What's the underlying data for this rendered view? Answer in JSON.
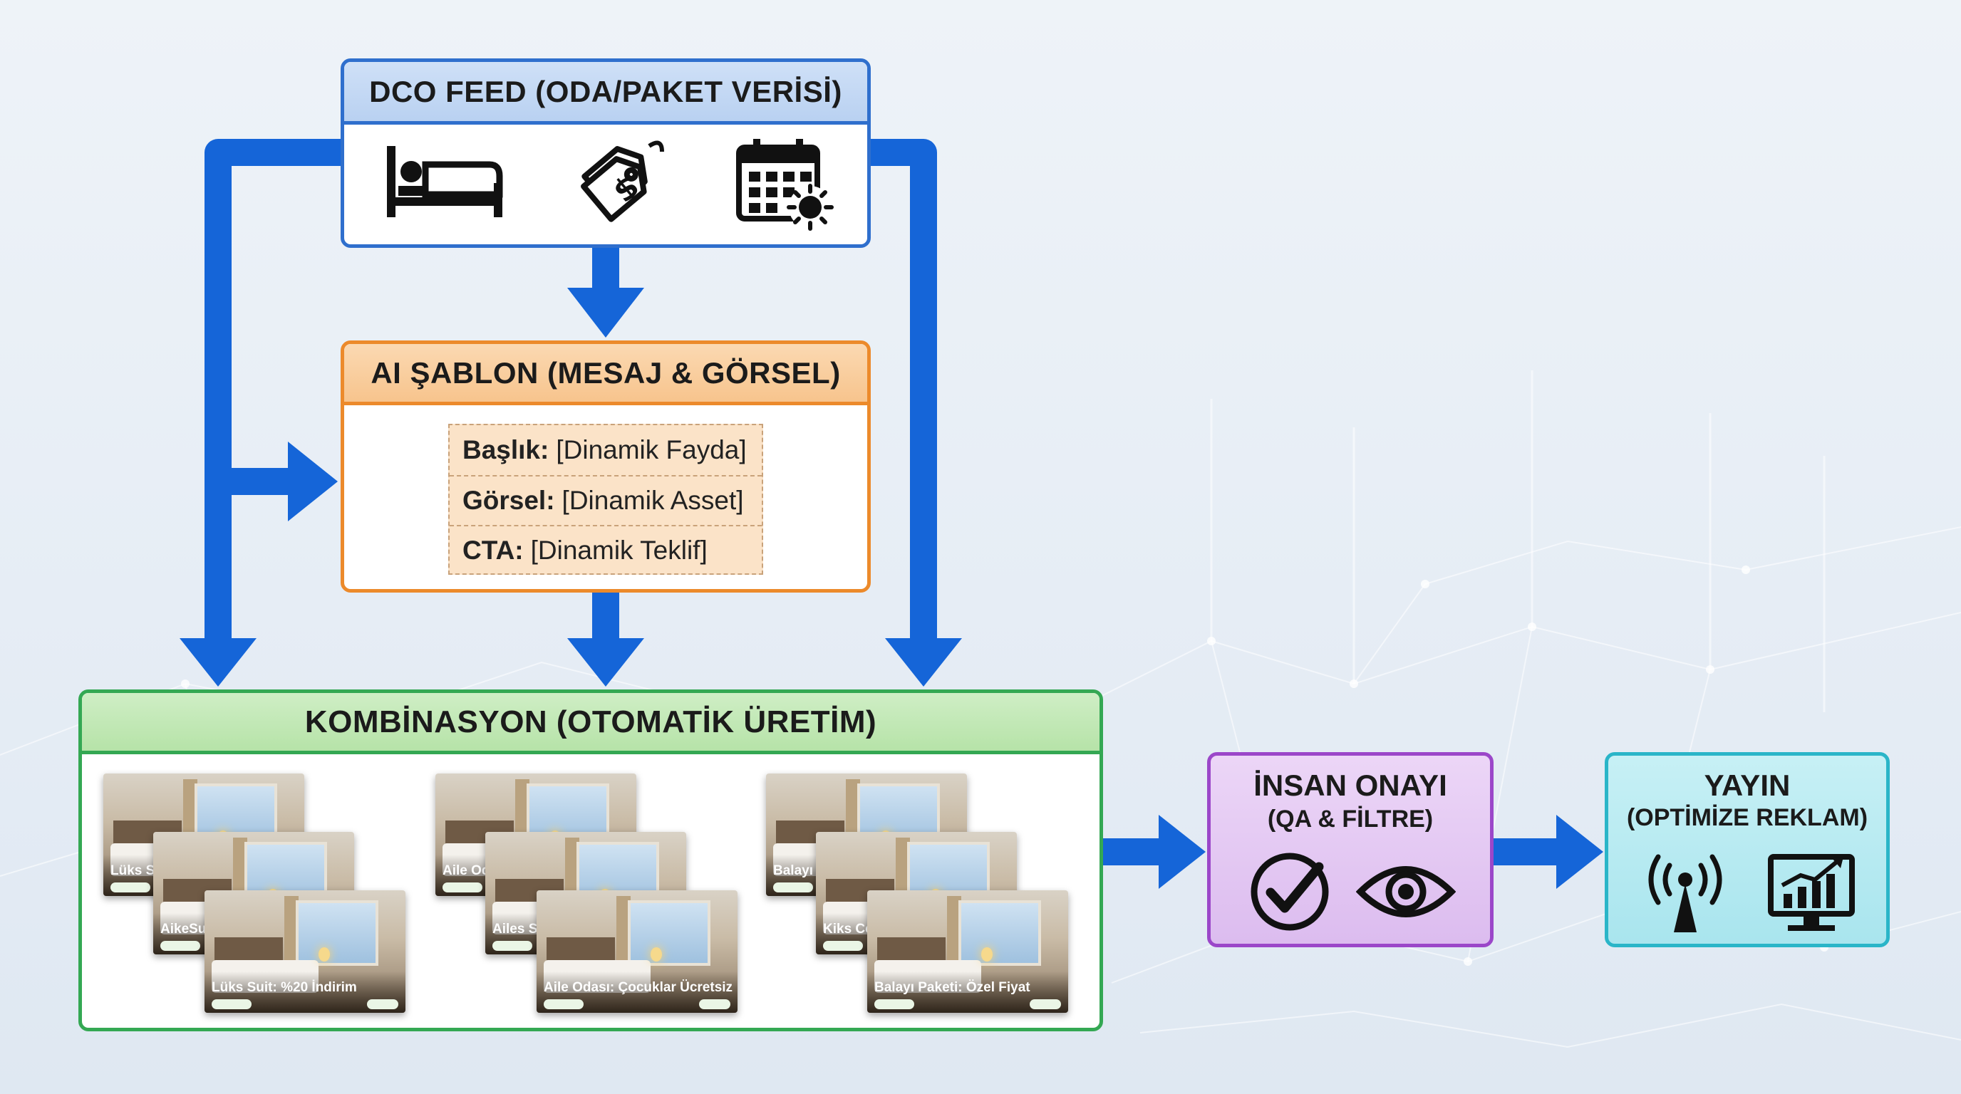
{
  "feed": {
    "title": "DCO FEED (ODA/PAKET VERİSİ)",
    "icons": [
      "bed-icon",
      "price-tag-icon",
      "calendar-season-icon"
    ]
  },
  "template": {
    "title": "AI ŞABLON (MESAJ & GÖRSEL)",
    "fields": [
      {
        "key": "Başlık:",
        "value": "[Dinamik Fayda]"
      },
      {
        "key": "Görsel:",
        "value": "[Dinamik Asset]"
      },
      {
        "key": "CTA:",
        "value": "[Dinamik Teklif]"
      }
    ]
  },
  "combination": {
    "title": "KOMBİNASYON (OTOMATİK ÜRETİM)",
    "groups": [
      {
        "back": "Lüks Sui",
        "middle": "AikeSu",
        "front": "Lüks Suit: %20 İndirim"
      },
      {
        "back": "Aile Od",
        "middle": "Ailes S",
        "front": "Aile Odası: Çocuklar Ücretsiz"
      },
      {
        "back": "Balayı F",
        "middle": "Kiks Cc",
        "front": "Balayı Paketi: Özel Fiyat"
      }
    ]
  },
  "approval": {
    "title": "İNSAN ONAYI",
    "subtitle": "(QA & FİLTRE)",
    "icons": [
      "checkmark-icon",
      "eye-icon"
    ]
  },
  "publish": {
    "title": "YAYIN",
    "subtitle": "(OPTİMİZE REKLAM)",
    "icons": [
      "broadcast-icon",
      "analytics-chart-icon"
    ]
  },
  "colors": {
    "arrow": "#1565d8",
    "feed": "#2f6fcd",
    "template": "#ec8a2b",
    "combination": "#34a853",
    "approval": "#9b47c9",
    "publish": "#2ab5c8"
  }
}
